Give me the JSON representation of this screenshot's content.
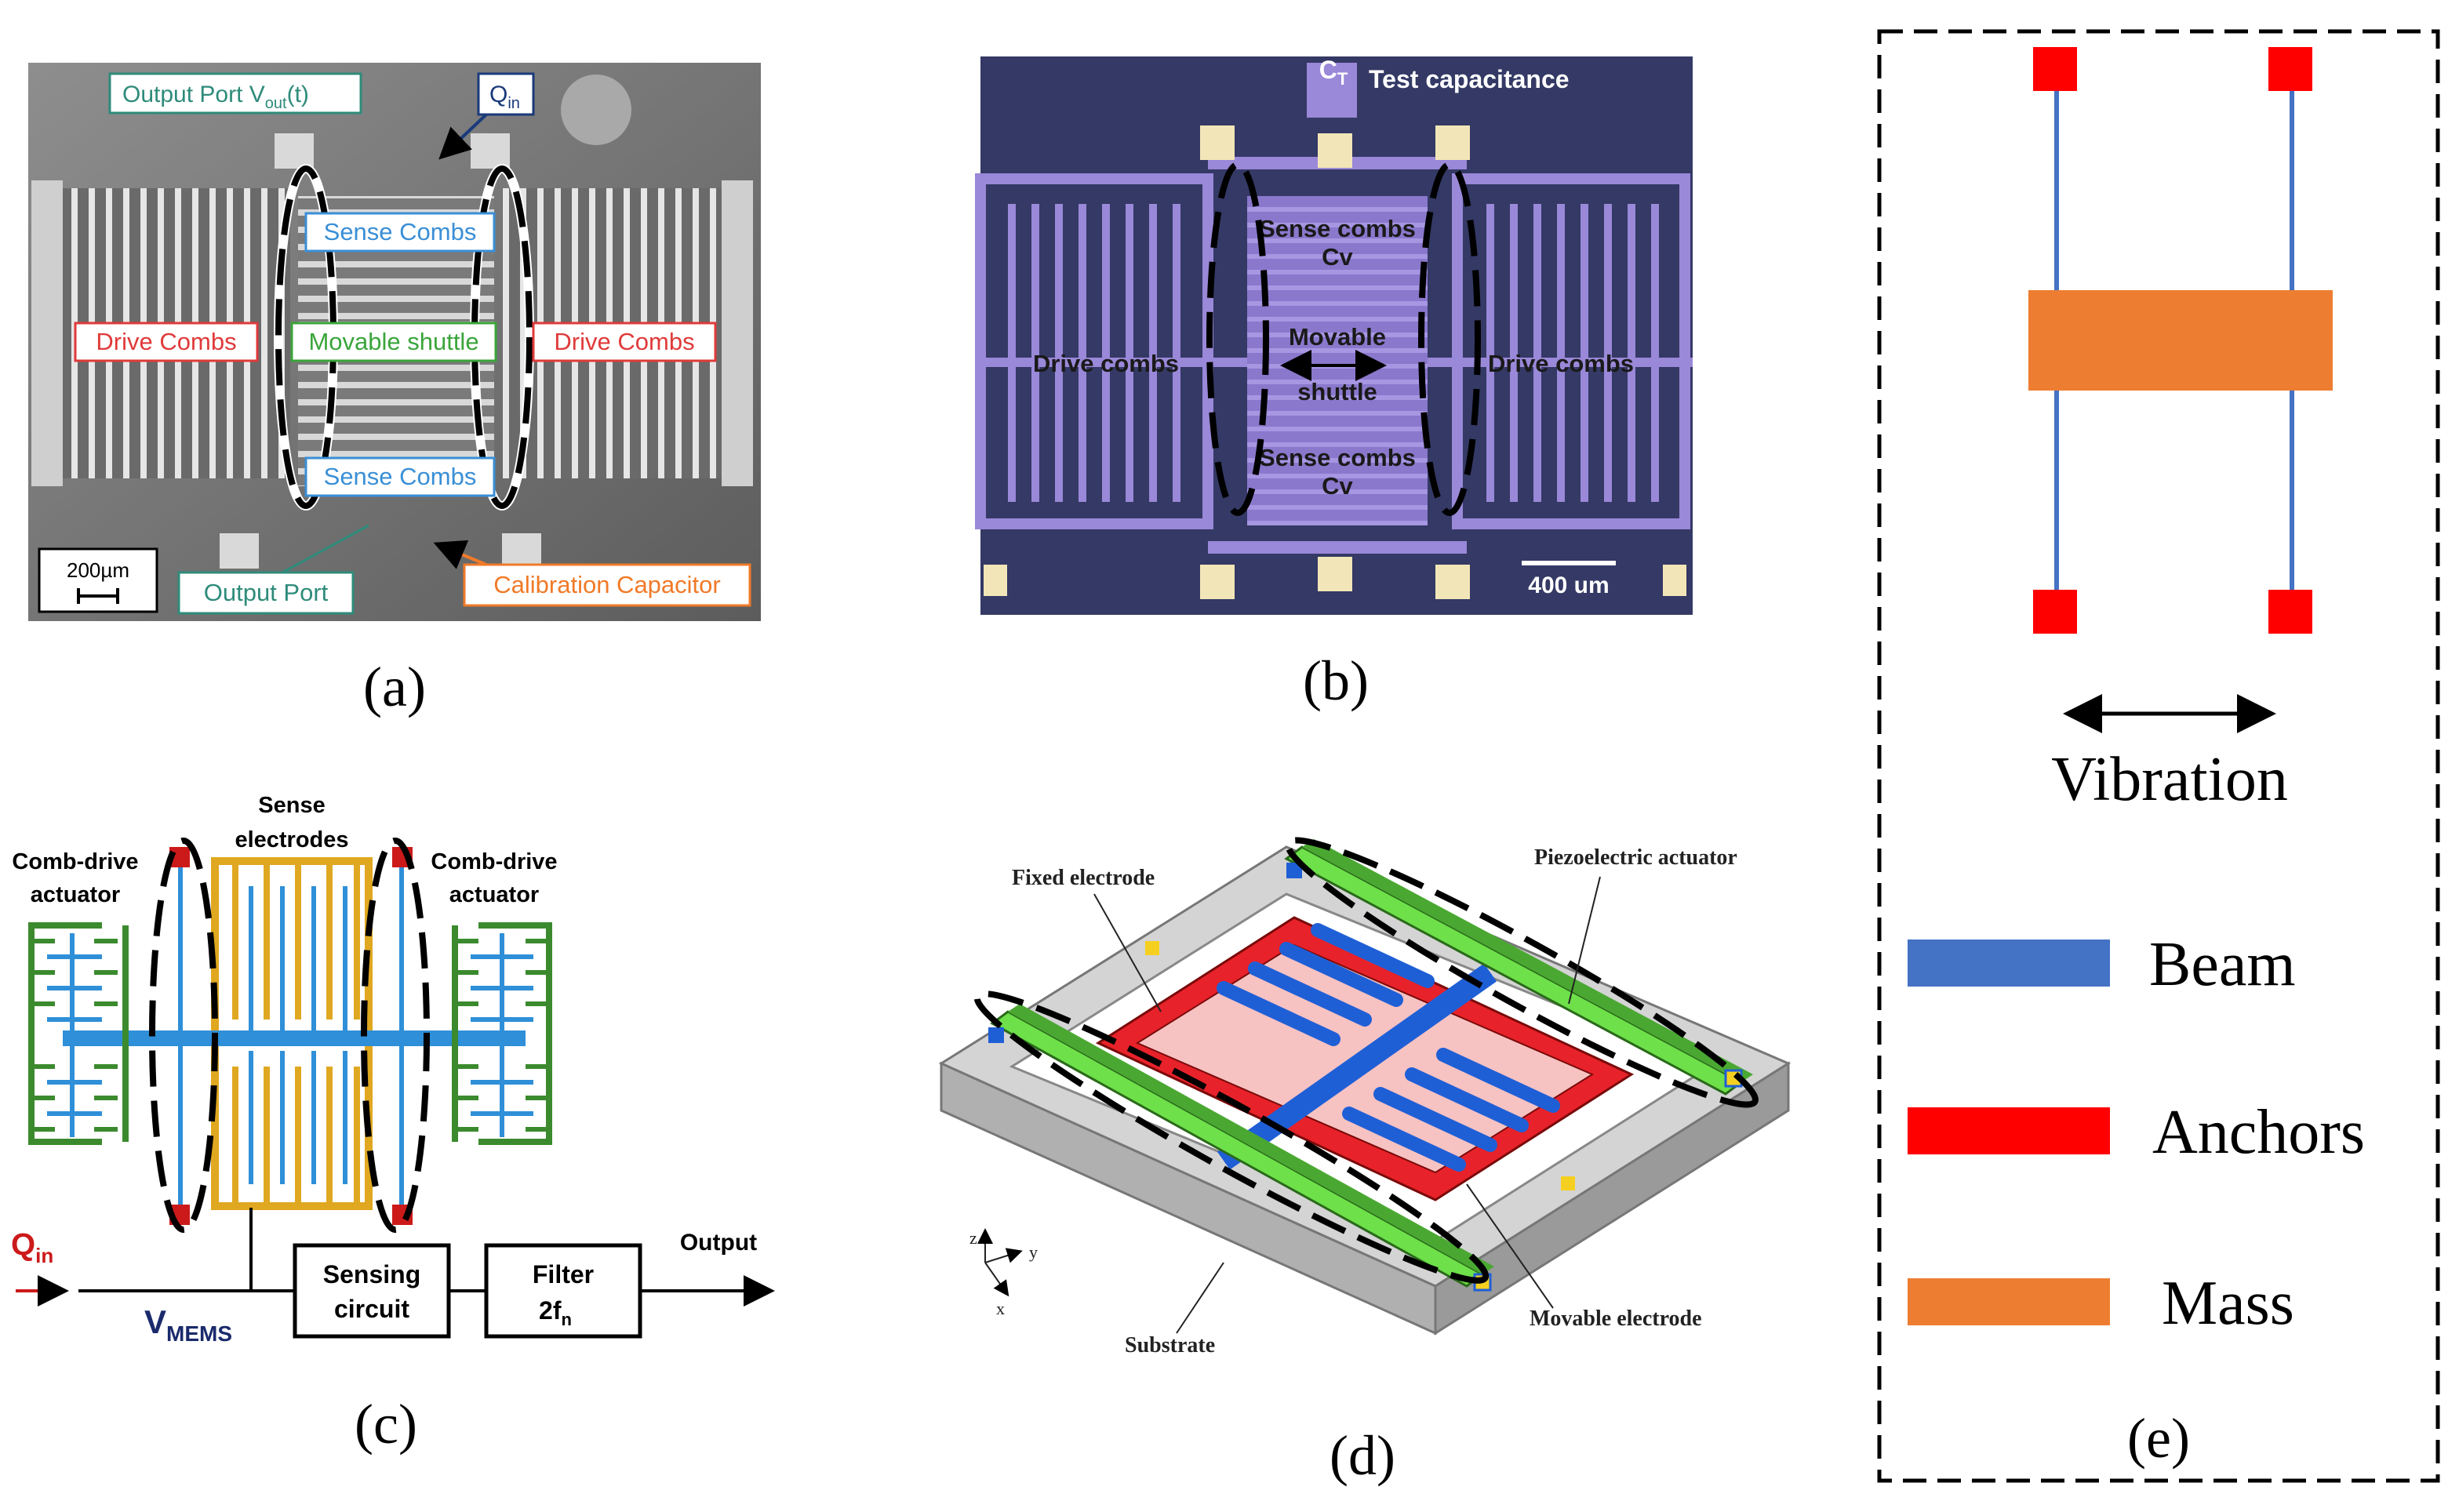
{
  "panel_a": {
    "caption": "(a)",
    "output_port_vout": "Output Port V",
    "vout_sub": "out",
    "vout_tail": "(t)",
    "qin": "Q",
    "qin_sub": "in",
    "sense_combs_top": "Sense Combs",
    "sense_combs_bottom": "Sense Combs",
    "drive_combs_left": "Drive Combs",
    "drive_combs_right": "Drive Combs",
    "movable_shuttle": "Movable shuttle",
    "scale": "200µm",
    "output_port": "Output Port",
    "calibration_capacitor": "Calibration Capacitor",
    "colors": {
      "blue": "#3a8fd6",
      "red": "#e03a3a",
      "green": "#3aa53a",
      "teal": "#2e8b7a",
      "orange": "#f07a28"
    }
  },
  "panel_b": {
    "caption": "(b)",
    "ct": "C",
    "ct_sub": "T",
    "test_capacitance": "Test capacitance",
    "sense_combs_top": "Sense combs",
    "cv_top": "Cv",
    "movable": "Movable",
    "shuttle": "shuttle",
    "sense_combs_bottom": "Sense combs",
    "cv_bottom": "Cv",
    "drive_combs_left": "Drive combs",
    "drive_combs_right": "Drive combs",
    "scale": "400 um",
    "colors": {
      "background": "#3a3f6e",
      "structure": "#9a88d8",
      "pad": "#f2e6b8"
    }
  },
  "panel_c": {
    "caption": "(c)",
    "sense_electrodes_1": "Sense",
    "sense_electrodes_2": "electrodes",
    "comb_drive_left_1": "Comb-drive",
    "comb_drive_left_2": "actuator",
    "comb_drive_right_1": "Comb-drive",
    "comb_drive_right_2": "actuator",
    "qin": "Q",
    "qin_sub": "in",
    "vmems": "V",
    "vmems_sub": "MEMS",
    "sensing_circuit_1": "Sensing",
    "sensing_circuit_2": "circuit",
    "filter_1": "Filter",
    "filter_2": "2f",
    "filter_sub": "n",
    "output": "Output",
    "colors": {
      "green": "#3b8a2e",
      "blue": "#2f8fd8",
      "gold": "#e0a820",
      "red": "#cc1a1a",
      "navy": "#1a2a6c"
    }
  },
  "panel_d": {
    "caption": "(d)",
    "fixed_electrode": "Fixed  electrode",
    "piezoelectric_actuator": "Piezoelectric actuator",
    "movable_electrode": "Movable electrode",
    "substrate": "Substrate",
    "axis_z": "z",
    "axis_y": "y",
    "axis_x": "x",
    "colors": {
      "red": "#e8222a",
      "blue": "#1f5fd6",
      "green": "#6ee04a",
      "substrate": "#c8c8c8"
    }
  },
  "panel_e": {
    "caption": "(e)",
    "vibration": "Vibration",
    "legend": [
      {
        "label": "Beam",
        "color": "#4472c4"
      },
      {
        "label": "Anchors",
        "color": "#ff0000"
      },
      {
        "label": "Mass",
        "color": "#ed7d31"
      }
    ]
  }
}
